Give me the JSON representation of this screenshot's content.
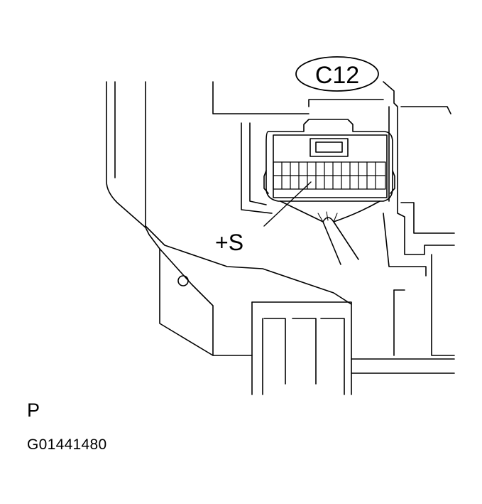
{
  "diagram": {
    "connector_label": "C12",
    "terminal_label": "+S",
    "view_letter": "P",
    "figure_code": "G01441480"
  }
}
